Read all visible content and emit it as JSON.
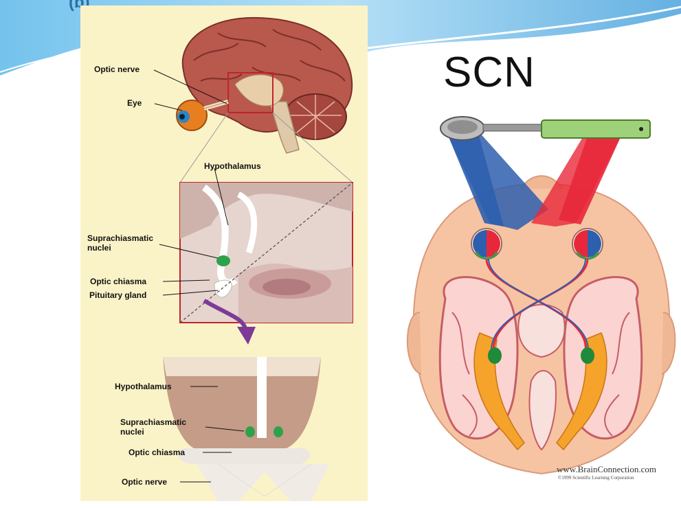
{
  "corner_label": "(b)",
  "left_diagram": {
    "labels": {
      "optic_nerve_top": "Optic nerve",
      "eye": "Eye",
      "hypothalamus_mid": "Hypothalamus",
      "scn_mid": "Suprachiasmatic\nnuclei",
      "optic_chiasma_mid": "Optic chiasma",
      "pituitary": "Pituitary gland",
      "hypothalamus_bottom": "Hypothalamus",
      "scn_bottom": "Suprachiasmatic\nnuclei",
      "optic_chiasma_bottom": "Optic chiasma",
      "optic_nerve_bottom": "Optic nerve"
    }
  },
  "right_diagram": {
    "title": "SCN",
    "credit_site": "www.BrainConnection.com",
    "credit_copyright": "©1999 Scientific Learning Corporation"
  },
  "colors": {
    "left_bg": "#fbf3c8",
    "blue_light": "#2e5fae",
    "red_light": "#e8283a",
    "scn_green": "#1f8a3a",
    "skin": "#f6c4a3",
    "slide_blue": "#4aa3dd"
  }
}
